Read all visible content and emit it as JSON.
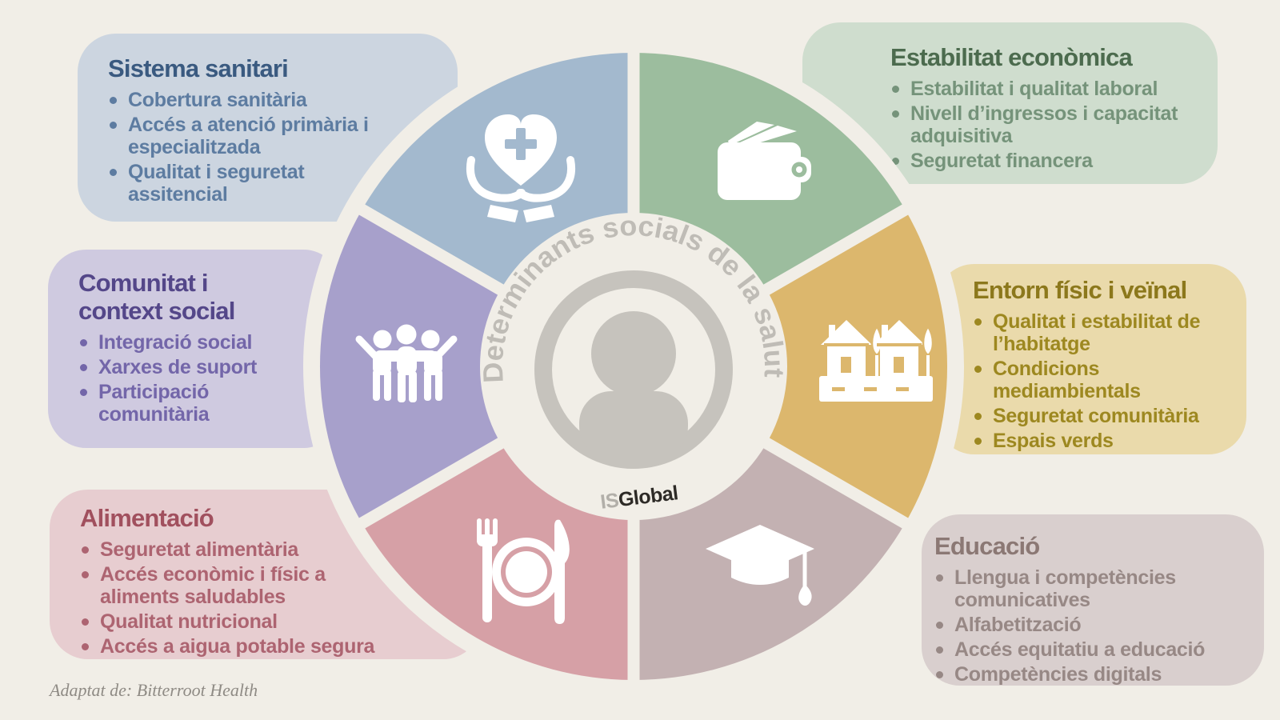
{
  "page": {
    "background": "#f1eee7"
  },
  "attribution": "Adaptat de: Bitterroot Health",
  "wheel": {
    "arc_title": "Determinants socials de la salut",
    "logo": {
      "part1": "IS",
      "part2": "Global"
    },
    "center_icon": "person-icon",
    "colors": {
      "halo": "#f1eee7",
      "center_disc": "#f1eee7",
      "ring_person": "#c6c3bd",
      "arc_text": "#bfbcb6",
      "logo_is": "#b2afa9",
      "logo_global": "#2d2a26",
      "icon": "#ffffff"
    },
    "segments": [
      {
        "id": "health",
        "icon": "heart-in-hands-icon",
        "color": "#a3b9ce"
      },
      {
        "id": "economy",
        "icon": "wallet-icon",
        "color": "#9cbd9e"
      },
      {
        "id": "community",
        "icon": "three-people-icon",
        "color": "#a7a0cb"
      },
      {
        "id": "environment",
        "icon": "neighborhood-icon",
        "color": "#dcb76d"
      },
      {
        "id": "food",
        "icon": "meal-icon",
        "color": "#d6a0a6"
      },
      {
        "id": "education",
        "icon": "graduation-cap-icon",
        "color": "#c3b1b2"
      }
    ]
  },
  "cards": [
    {
      "id": "sistema-sanitari",
      "title": "Sistema sanitari",
      "colors": {
        "bg": "#ccd5e0",
        "title": "#3a5a80",
        "text": "#5d7ca1"
      },
      "items": [
        [
          "Cobertura sanitària"
        ],
        [
          "Accés a atenció primària i",
          "especialitzada"
        ],
        [
          "Qualitat i seguretat",
          "assitencial"
        ]
      ]
    },
    {
      "id": "estabilitat-economica",
      "title": "Estabilitat econòmica",
      "colors": {
        "bg": "#cfddce",
        "title": "#4c6b4e",
        "text": "#75937a"
      },
      "items": [
        [
          "Estabilitat i qualitat laboral"
        ],
        [
          "Nivell d’ingressos i capacitat",
          "adquisitiva"
        ],
        [
          "Seguretat financera"
        ]
      ]
    },
    {
      "id": "comunitat-context-social",
      "title": [
        "Comunitat i",
        "context social"
      ],
      "colors": {
        "bg": "#cfcae0",
        "title": "#544789",
        "text": "#7366a9"
      },
      "items": [
        [
          "Integració social"
        ],
        [
          "Xarxes de suport"
        ],
        [
          "Participació",
          "comunitària"
        ]
      ]
    },
    {
      "id": "entorn-fisic-veinal",
      "title": "Entorn físic i veïnal",
      "colors": {
        "bg": "#eadaab",
        "title": "#8c781c",
        "text": "#9d8820"
      },
      "items": [
        [
          "Qualitat i estabilitat de",
          "l’habitatge"
        ],
        [
          "Condicions",
          "mediambientals"
        ],
        [
          "Seguretat comunitària"
        ],
        [
          "Espais verds"
        ]
      ]
    },
    {
      "id": "alimentacio",
      "title": "Alimentació",
      "colors": {
        "bg": "#e7cdd0",
        "title": "#a1505e",
        "text": "#ad6471"
      },
      "items": [
        [
          "Seguretat alimentària"
        ],
        [
          "Accés econòmic i físic a",
          "aliments saludables"
        ],
        [
          "Qualitat nutricional"
        ],
        [
          "Accés a aigua potable segura"
        ]
      ]
    },
    {
      "id": "educacio",
      "title": "Educació",
      "colors": {
        "bg": "#d9cfce",
        "title": "#8b7874",
        "text": "#978885"
      },
      "items": [
        [
          "Llengua i competències",
          "comunicatives"
        ],
        [
          "Alfabetització"
        ],
        [
          "Accés equitatiu a educació"
        ],
        [
          "Competències digitals"
        ]
      ]
    }
  ]
}
